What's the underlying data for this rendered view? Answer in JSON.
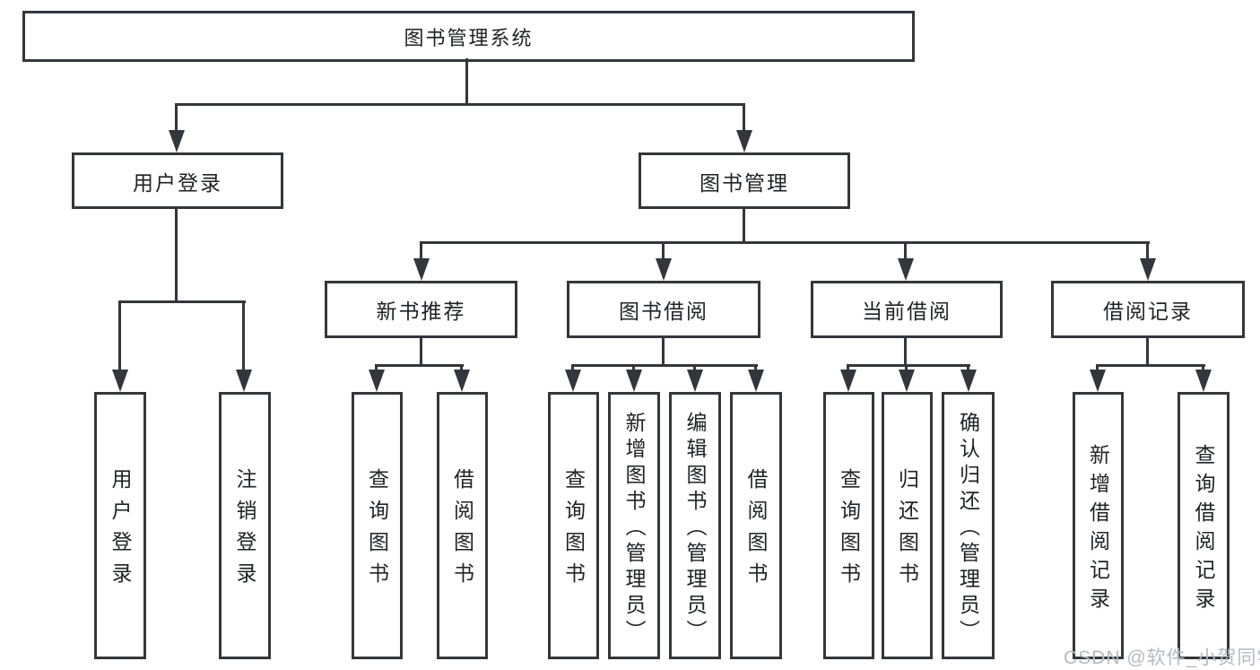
{
  "diagram": {
    "title_hint": "library management system feature tree",
    "root": {
      "label": "图书管理系统"
    },
    "branches": [
      {
        "label": "用户登录",
        "children": [
          {
            "label": "用户登录"
          },
          {
            "label": "注销登录"
          }
        ]
      },
      {
        "label": "图书管理",
        "children": [
          {
            "label": "新书推荐",
            "children": [
              {
                "label": "查询图书"
              },
              {
                "label": "借阅图书"
              }
            ]
          },
          {
            "label": "图书借阅",
            "children": [
              {
                "label": "查询图书"
              },
              {
                "label": "新增图书（管理员）"
              },
              {
                "label": "编辑图书（管理员）"
              },
              {
                "label": "借阅图书"
              }
            ]
          },
          {
            "label": "当前借阅",
            "children": [
              {
                "label": "查询图书"
              },
              {
                "label": "归还图书"
              },
              {
                "label": "确认归还（管理员）"
              }
            ]
          },
          {
            "label": "借阅记录",
            "children": [
              {
                "label": "新增借阅记录"
              },
              {
                "label": "查询借阅记录"
              }
            ]
          }
        ]
      }
    ]
  },
  "watermark": {
    "text": "CSDN @软件_小贺同学",
    "color": "#b4bac1"
  },
  "colors": {
    "line": "#33373b",
    "text": "#1f2226",
    "background": "#ffffff"
  }
}
